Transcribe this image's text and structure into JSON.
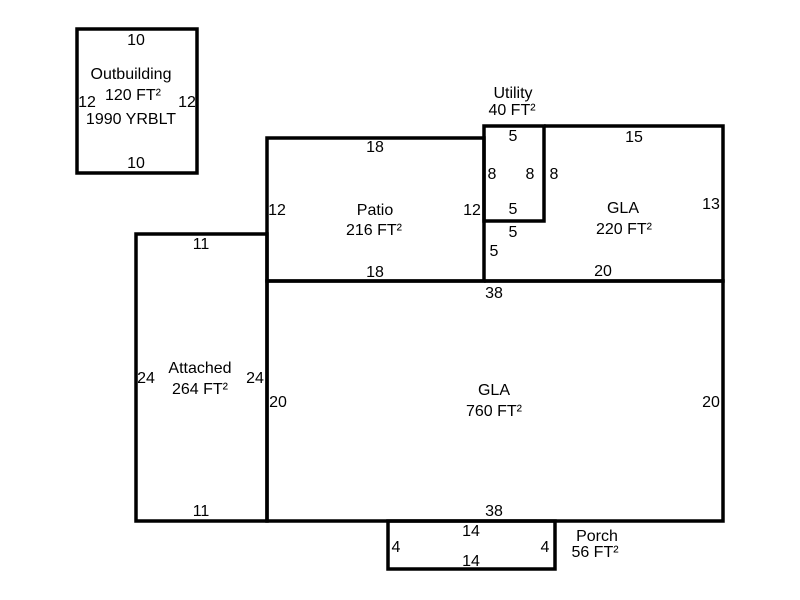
{
  "rooms": {
    "outbuilding": {
      "name": "Outbuilding",
      "area": "120 FT²",
      "year": "1990 YRBLT",
      "top": "10",
      "bottom": "10",
      "left": "12",
      "right": "12"
    },
    "utility": {
      "name": "Utility",
      "area": "40 FT²",
      "top": "5",
      "bottom": "5",
      "left": "8",
      "right": "8"
    },
    "patio": {
      "name": "Patio",
      "area": "216 FT²",
      "top": "18",
      "bottom": "18",
      "left": "12",
      "right": "12"
    },
    "gla_upper": {
      "name": "GLA",
      "area": "220 FT²",
      "top": "15",
      "right": "13",
      "bottom": "20",
      "left": "5",
      "notch_h": "5",
      "notch_v": "8"
    },
    "attached": {
      "name": "Attached",
      "area": "264 FT²",
      "top": "11",
      "bottom": "11",
      "left": "24",
      "right": "24"
    },
    "gla_main": {
      "name": "GLA",
      "area": "760 FT²",
      "top": "38",
      "bottom": "38",
      "left": "20",
      "right": "20"
    },
    "porch": {
      "name": "Porch",
      "area": "56 FT²",
      "top": "14",
      "bottom": "14",
      "left": "4",
      "right": "4"
    }
  }
}
